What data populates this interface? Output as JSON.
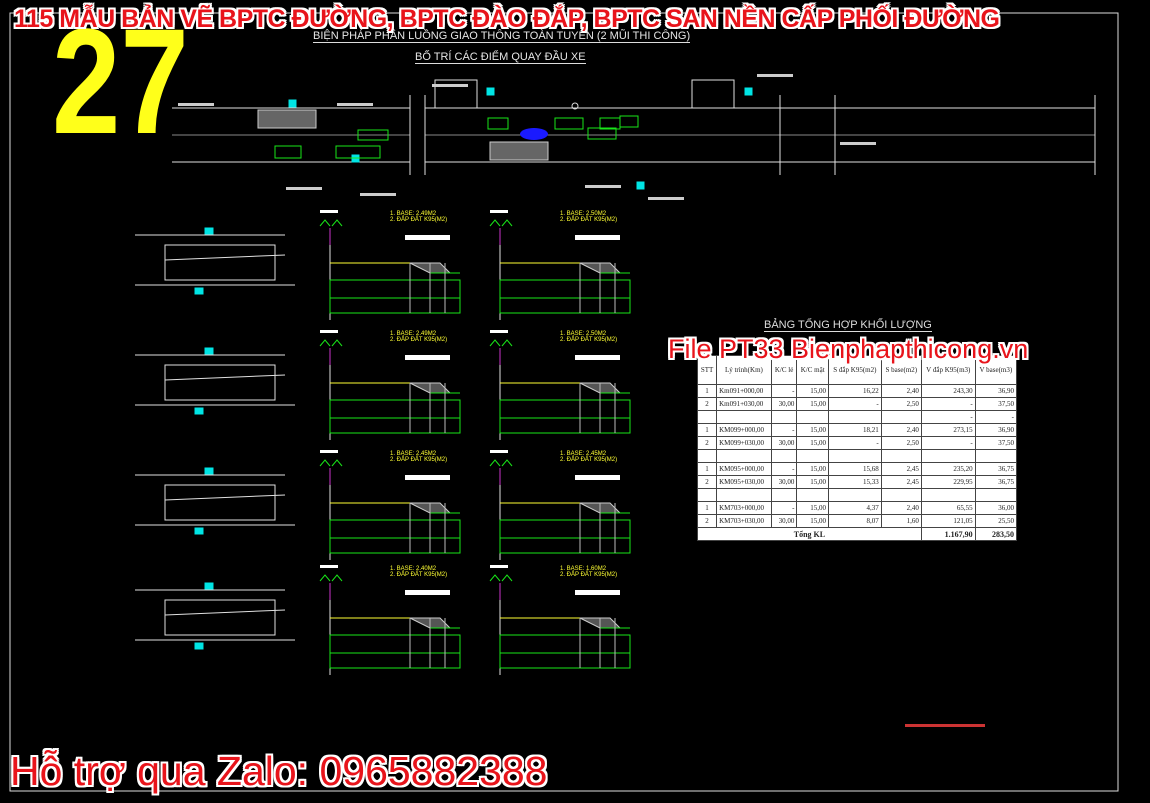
{
  "overlay": {
    "banner": "115 MẪU BẢN VẼ BPTC ĐƯỜNG, BPTC ĐÀO ĐẮP, BPTC SAN NỀN CẤP PHỐI ĐƯỜNG",
    "number": "27",
    "file_tag": "File PT33     Bienphapthicong.vn",
    "support": "Hỗ trợ qua Zalo: 0965882388"
  },
  "drawing": {
    "title_main": "BIỆN PHÁP PHÂN LUỒNG GIAO THÔNG TOÀN TUYẾN (2 MŨI THI CÔNG)",
    "title_sub": "BỐ TRÍ CÁC ĐIỂM QUAY ĐẦU XE",
    "sections": [
      {
        "base": "1. BASE:  2.49M2",
        "fill": "2. ĐẮP ĐẤT K95(M2)"
      },
      {
        "base": "1. BASE:  2.50M2",
        "fill": "2. ĐẮP ĐẤT K95(M2)"
      },
      {
        "base": "1. BASE:  2.49M2",
        "fill": "2. ĐẮP ĐẤT K95(M2)"
      },
      {
        "base": "1. BASE:  2.50M2",
        "fill": "2. ĐẮP ĐẤT K95(M2)"
      },
      {
        "base": "1. BASE:  2.45M2",
        "fill": "2. ĐẮP ĐẤT K95(M2)"
      },
      {
        "base": "1. BASE:  2.45M2",
        "fill": "2. ĐẮP ĐẤT K95(M2)"
      },
      {
        "base": "1. BASE:  2.40M2",
        "fill": "2. ĐẮP ĐẤT K95(M2)"
      },
      {
        "base": "1. BASE:  1.60M2",
        "fill": "2. ĐẮP ĐẤT K95(M2)"
      }
    ],
    "colors": {
      "line": "#e0e0e0",
      "green": "#19e619",
      "yellow": "#ffff33",
      "cyan": "#00e5e5",
      "blue": "#1a1aff",
      "magenta": "#cc33cc"
    }
  },
  "table": {
    "title": "BẢNG TỔNG HỢP KHỐI LƯỢNG",
    "headers": [
      "STT",
      "Lý trình(Km)",
      "K/C lẻ",
      "K/C mặt",
      "S đắp K95(m2)",
      "S base(m2)",
      "V đắp K95(m3)",
      "V base(m3)"
    ],
    "rows": [
      [
        "1",
        "Km091+000,00",
        "-",
        "15,00",
        "16,22",
        "2,40",
        "243,30",
        "36,90"
      ],
      [
        "2",
        "Km091+030,00",
        "30,00",
        "15,00",
        "-",
        "2,50",
        "-",
        "37,50"
      ],
      [
        "",
        "",
        "",
        "",
        "",
        "",
        "-",
        "-"
      ],
      [
        "1",
        "KM099+000,00",
        "-",
        "15,00",
        "18,21",
        "2,40",
        "273,15",
        "36,90"
      ],
      [
        "2",
        "KM099+030,00",
        "30,00",
        "15,00",
        "-",
        "2,50",
        "-",
        "37,50"
      ],
      [
        "",
        "",
        "",
        "",
        "",
        "",
        "",
        ""
      ],
      [
        "1",
        "KM095+000,00",
        "-",
        "15,00",
        "15,68",
        "2,45",
        "235,20",
        "36,75"
      ],
      [
        "2",
        "KM095+030,00",
        "30,00",
        "15,00",
        "15,33",
        "2,45",
        "229,95",
        "36,75"
      ],
      [
        "",
        "",
        "",
        "",
        "",
        "",
        "",
        ""
      ],
      [
        "1",
        "KM703+000,00",
        "-",
        "15,00",
        "4,37",
        "2,40",
        "65,55",
        "36,00"
      ],
      [
        "2",
        "KM703+030,00",
        "30,00",
        "15,00",
        "8,07",
        "1,60",
        "121,05",
        "25,50"
      ]
    ],
    "total_label": "Tổng KL",
    "total_v_fill": "1.167,90",
    "total_v_base": "283,50"
  }
}
